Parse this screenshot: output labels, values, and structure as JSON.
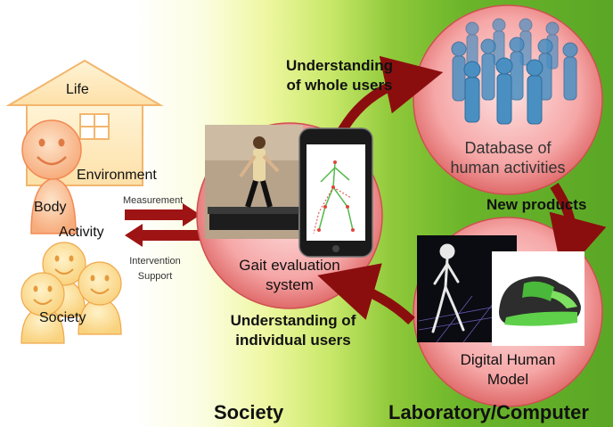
{
  "left_panel": {
    "life_label": "Life",
    "environment_label": "Environment",
    "body_label": "Body",
    "activity_label": "Activity",
    "society_label": "Society",
    "measurement_label": "Measurement",
    "intervention_label": "Intervention",
    "support_label": "Support"
  },
  "cycle": {
    "gait_title_line1": "Gait evaluation",
    "gait_title_line2": "system",
    "database_line1": "Database of",
    "database_line2": "human activities",
    "dhm_line1": "Digital Human",
    "dhm_line2": "Model",
    "understanding_whole_line1": "Understanding",
    "understanding_whole_line2": "of whole users",
    "new_products": "New products",
    "understanding_individual_line1": "Understanding of",
    "understanding_individual_line2": "individual users"
  },
  "footer": {
    "society": "Society",
    "lab": "Laboratory/Computer"
  },
  "colors": {
    "arrow": "#8b0e0e",
    "circle_fill": "#f4a1a1",
    "face_fill": "#f9c39a",
    "house_fill": "#fde6b4"
  },
  "icons": [
    "house-icon",
    "smiley-face-icon",
    "smartphone-icon",
    "walking-person-photo",
    "blue-figures-icon",
    "skeleton-icon",
    "shoe-icon"
  ]
}
